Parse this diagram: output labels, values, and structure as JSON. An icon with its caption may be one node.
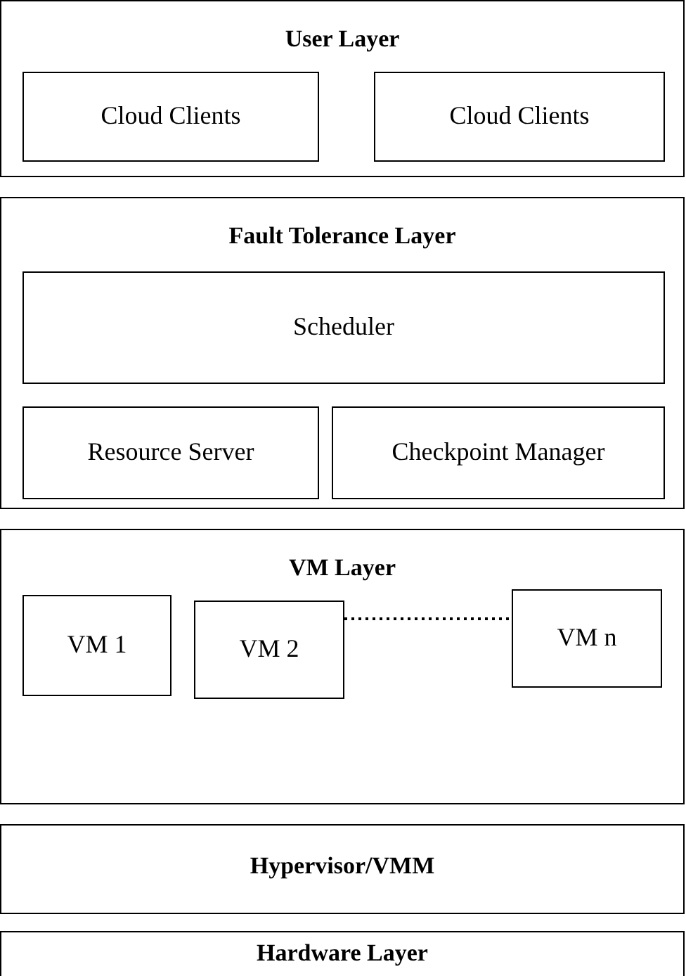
{
  "diagram": {
    "nodes": [
      {
        "text": [
          "User Layer"
        ]
      },
      {
        "text": [
          "Cloud Clients"
        ],
        "in": 0
      },
      {
        "text": [
          "Cloud Clients"
        ],
        "in": 0
      },
      {
        "text": [
          "Fault Tolerance Layer"
        ]
      },
      {
        "text": [
          "Scheduler"
        ],
        "in": 3
      },
      {
        "text": [
          "Resource Server"
        ],
        "in": 3
      },
      {
        "text": [
          "Checkpoint Manager"
        ],
        "in": 3
      },
      {
        "text": [
          "VM Layer"
        ]
      },
      {
        "text": [
          "VM 1"
        ],
        "in": 7
      },
      {
        "text": [
          "VM 2"
        ],
        "in": 7
      },
      {
        "text": [
          "VM n"
        ],
        "in": 7
      },
      {
        "text": [
          "Hypervisor/VMM"
        ]
      },
      {
        "text": [
          "Hardware Layer"
        ]
      }
    ],
    "edges": [
      {
        "from": 9,
        "to": 10,
        "arrow": "none",
        "style": "dashed"
      }
    ]
  }
}
